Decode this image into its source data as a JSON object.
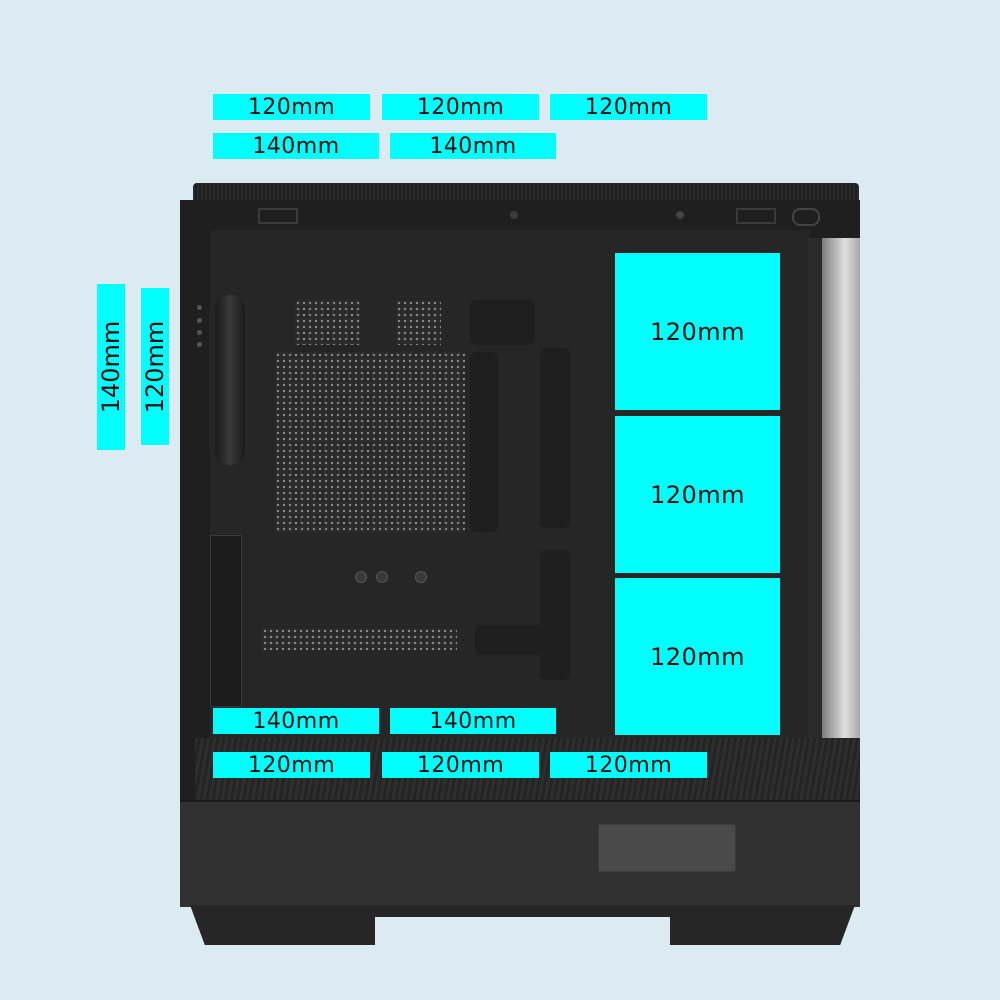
{
  "image": {
    "subject": "PC tower case, side view, fan mounting support diagram",
    "background_color": "#dcebf2",
    "label_color": "#00ffff"
  },
  "top_fan_support": {
    "row1": [
      "120mm",
      "120mm",
      "120mm"
    ],
    "row2": [
      "140mm",
      "140mm"
    ]
  },
  "rear_fan_support": {
    "labels": [
      "140mm",
      "120mm"
    ]
  },
  "side_fan_support": {
    "labels": [
      "120mm",
      "120mm",
      "120mm"
    ]
  },
  "bottom_fan_support": {
    "row1": [
      "140mm",
      "140mm"
    ],
    "row2": [
      "120mm",
      "120mm",
      "120mm"
    ]
  }
}
